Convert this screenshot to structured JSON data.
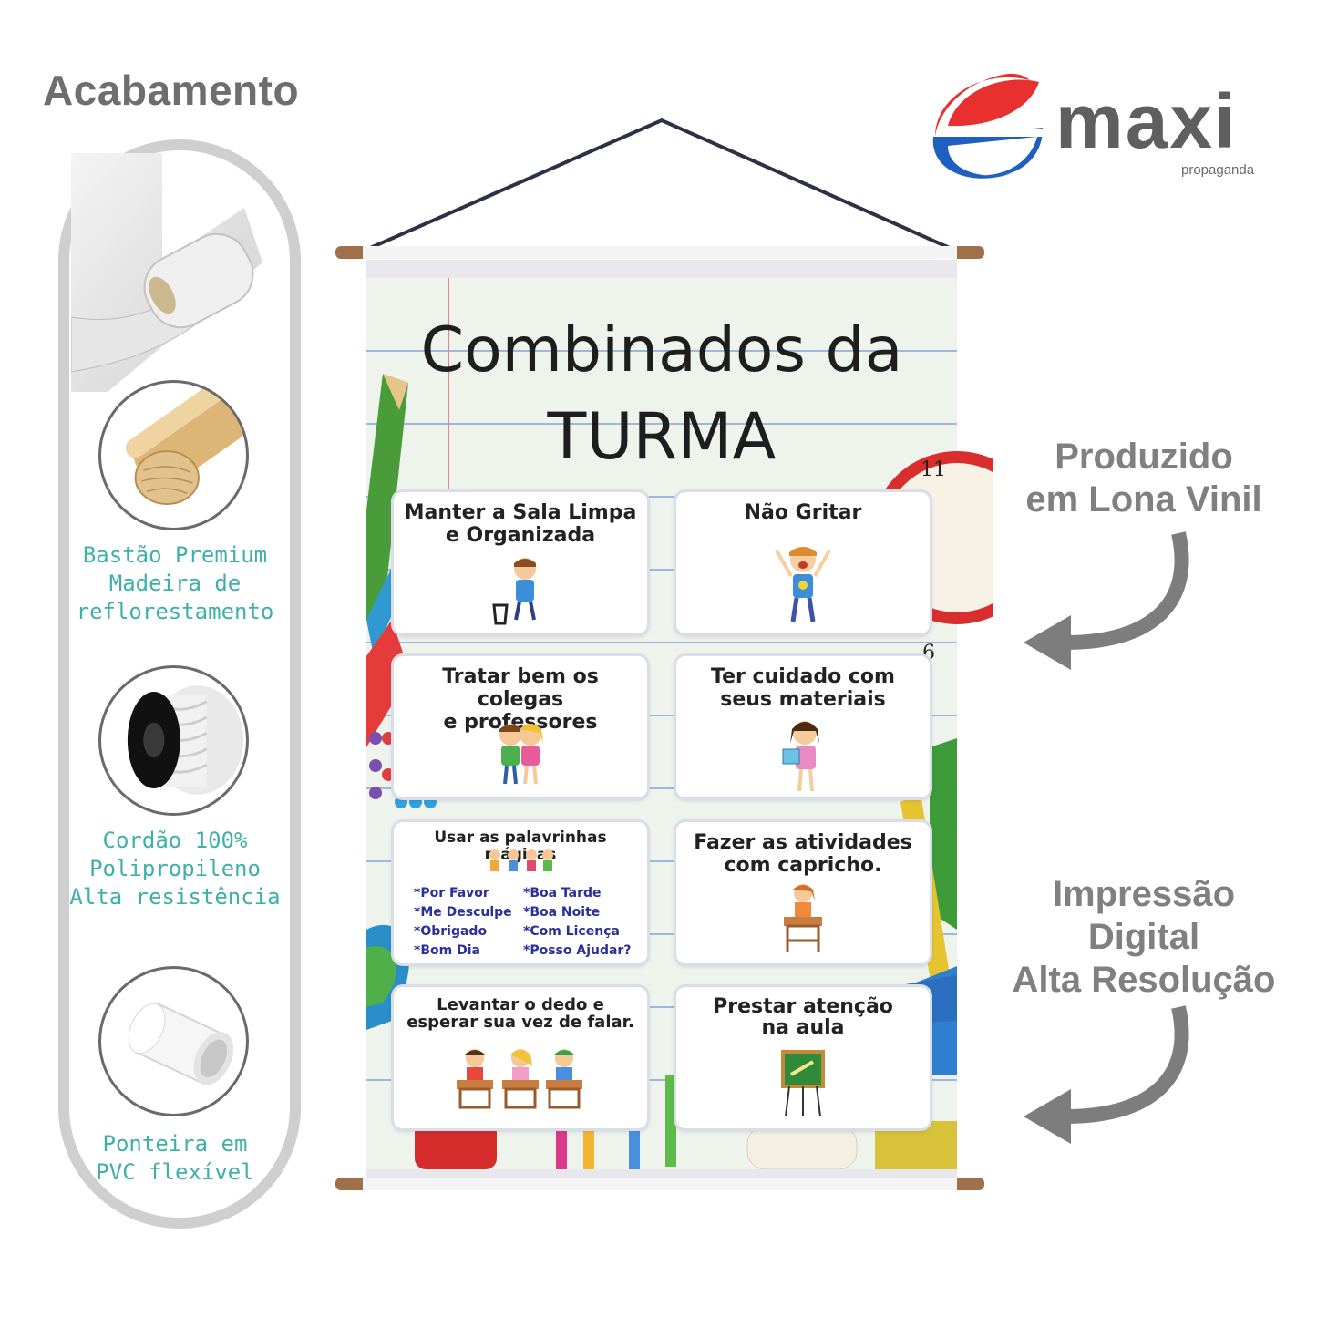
{
  "heading": "Acabamento",
  "brand": {
    "name": "maxi",
    "subtitle": "propaganda"
  },
  "features": [
    {
      "icon": "wood-rod-icon",
      "lines": [
        "Bastão Premium",
        "Madeira de",
        "reflorestamento"
      ]
    },
    {
      "icon": "cord-spool-icon",
      "lines": [
        "Cordão 100%",
        "Polipropileno",
        "Alta resistência"
      ]
    },
    {
      "icon": "pvc-cap-icon",
      "lines": [
        "Ponteira em",
        "PVC flexível"
      ]
    }
  ],
  "notes": {
    "material": [
      "Produzido",
      "em Lona Vinil"
    ],
    "print": [
      "Impressão",
      "Digital",
      "Alta Resolução"
    ]
  },
  "banner": {
    "title_line1": "Combinados da",
    "title_line2": "TURMA",
    "cards": [
      {
        "lines": [
          "Manter a Sala Limpa",
          "e Organizada"
        ]
      },
      {
        "lines": [
          "Não Gritar"
        ]
      },
      {
        "lines": [
          "Tratar bem os colegas",
          "e professores"
        ]
      },
      {
        "lines": [
          "Ter cuidado com",
          "seus materiais"
        ]
      },
      {
        "lines": [
          "Usar as palavrinhas mágicas"
        ],
        "words_left": [
          "*Por Favor",
          "*Me Desculpe",
          "*Obrigado",
          "*Bom Dia"
        ],
        "words_right": [
          "*Boa Tarde",
          "*Boa Noite",
          "*Com Licença",
          "*Posso Ajudar?"
        ]
      },
      {
        "lines": [
          "Fazer as atividades",
          "com capricho."
        ]
      },
      {
        "lines": [
          "Levantar o dedo e",
          "esperar sua vez de falar."
        ]
      },
      {
        "lines": [
          "Prestar atenção",
          "na aula"
        ]
      }
    ]
  },
  "colors": {
    "accent_teal": "#3fb0a9",
    "gray_text": "#808080",
    "logo_red": "#e8312f",
    "logo_blue": "#1f5fbf"
  }
}
